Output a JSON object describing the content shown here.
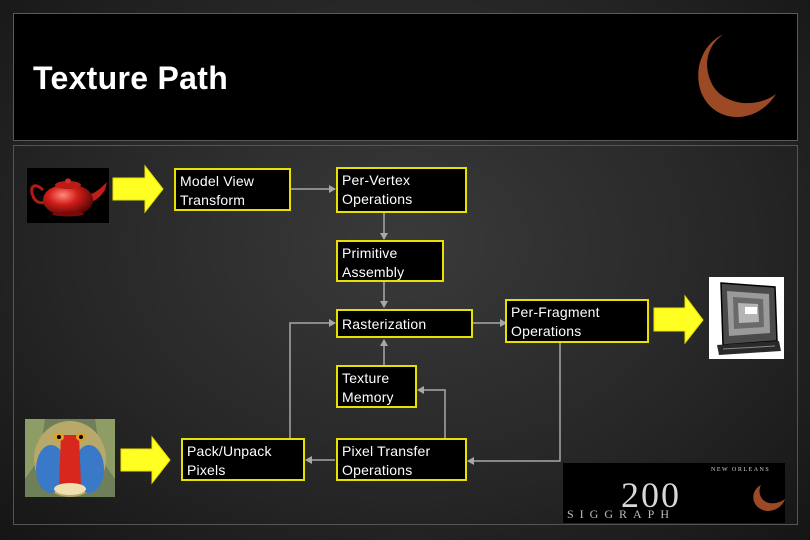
{
  "slide": {
    "title": "Texture Path"
  },
  "pipeline": {
    "model_view": [
      "Model View",
      "Transform"
    ],
    "per_vertex": [
      "Per-Vertex",
      "Operations"
    ],
    "primitive_assembly": [
      "Primitive",
      "Assembly"
    ],
    "rasterization": [
      "Rasterization"
    ],
    "per_fragment": [
      "Per-Fragment",
      "Operations"
    ],
    "texture_memory": [
      "Texture",
      "Memory"
    ],
    "pack_unpack": [
      "Pack/Unpack",
      "Pixels"
    ],
    "pixel_transfer": [
      "Pixel Transfer",
      "Operations"
    ]
  },
  "colors": {
    "box_border": "#e8e000",
    "arrow_fill": "#ffff22",
    "connector": "#a8a8a8",
    "moon": "#9c4a26"
  },
  "icons": {
    "teapot": "teapot-image",
    "mandrill": "mandrill-image",
    "monitor": "monitor-image",
    "moon": "crescent-moon-logo"
  }
}
